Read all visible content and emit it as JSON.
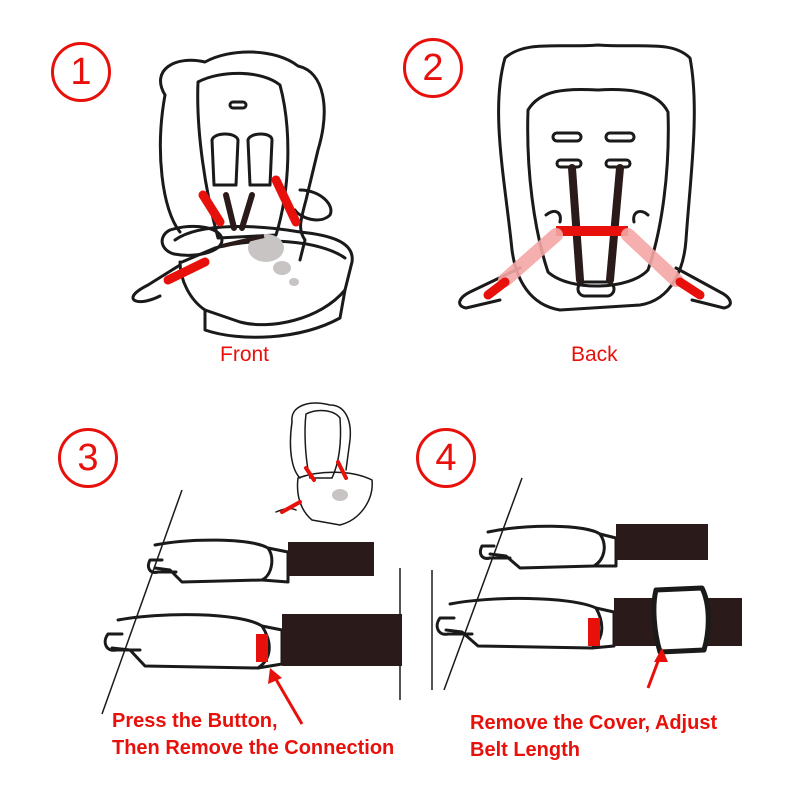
{
  "steps": [
    {
      "number": "1",
      "caption": "Front"
    },
    {
      "number": "2",
      "caption": "Back"
    },
    {
      "number": "3",
      "caption_line1": "Press the Button,",
      "caption_line2": "Then Remove the Connection"
    },
    {
      "number": "4",
      "caption_line1": "Remove the Cover, Adjust",
      "caption_line2": "Belt Length"
    }
  ],
  "colors": {
    "accent": "#e8100b",
    "outline": "#1a1a1a",
    "belt": "#2a1a1a",
    "seat_spot": "#c9c4c4",
    "background": "#ffffff"
  },
  "icons": [
    "car-seat-front-icon",
    "car-seat-back-icon",
    "isofix-connector-icon",
    "arrow-icon"
  ]
}
